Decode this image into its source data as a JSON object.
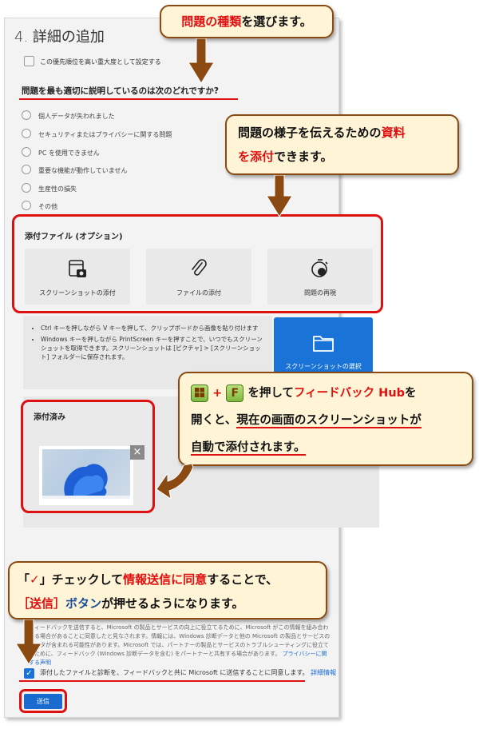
{
  "section_title": "4. 詳細の追加",
  "priority_checkbox_label": "この優先順位を高い重大度として設定する",
  "question": "問題を最も適切に説明しているのは次のどれですか?",
  "options": [
    {
      "label": "個人データが失われました"
    },
    {
      "label": "セキュリティまたはプライバシーに関する問題"
    },
    {
      "label": "PC を使用できません"
    },
    {
      "label": "重要な機能が動作していません"
    },
    {
      "label": "生産性の損失"
    },
    {
      "label": "その他"
    }
  ],
  "attachments": {
    "title": "添付ファイル (オプション)",
    "tiles": [
      {
        "label": "スクリーンショットの添付",
        "icon": "screenshot-camera-icon"
      },
      {
        "label": "ファイルの添付",
        "icon": "paperclip-icon"
      },
      {
        "label": "問題の再現",
        "icon": "stopwatch-record-icon"
      }
    ]
  },
  "hints": [
    "Ctrl キーを押しながら V キーを押して、クリップボードから画像を貼り付けます",
    "Windows キーを押しながら PrintScreen キーを押すことで、いつでもスクリーンショットを取得できます。スクリーンショットは [ピクチャ] > [スクリーンショット] フォルダーに保存されます。"
  ],
  "select_screenshot_button": "スクリーンショットの選択",
  "attached": {
    "title": "添付済み",
    "remove_label": "×"
  },
  "consent_text": "フィードバックを送信すると、Microsoft の製品とサービスの向上に役立てるために、Microsoft がこの情報を組み合わせる場合があることに同意したと見なされます。情報には、Windows 診断データと他の Microsoft の製品とサービスのデータが含まれる可能性があります。Microsoft では、パートナーの製品とサービスのトラブルシューティングに役立てるために、フィードバック (Windows 診断データを含む) をパートナーと共有する場合があります。",
  "privacy_link": "プライバシーに関する声明",
  "consent_checkbox": {
    "checked": true,
    "label": "添付したファイルと診断を、フィードバックと共に Microsoft に送信することに同意します。",
    "link": "詳細情報"
  },
  "send_button": "送信",
  "callouts": {
    "c1": {
      "red": "問題の種類",
      "rest": "を選びます。"
    },
    "c2": {
      "line1_black": "問題の様子を伝えるための",
      "line1_red": "資料",
      "line2_red": "を添付",
      "line2_black": "できます。"
    },
    "c3": {
      "plus": "+",
      "key_f": "F",
      "t1": "を押して",
      "t1_red": "フィードバック Hub",
      "t1_end": "を",
      "t2_a": "開くと、",
      "t2_u": "現在の画面のスクリーンショットが",
      "t3_u": "自動で添付されます。"
    },
    "c4": {
      "q_open": "「",
      "check": "✓",
      "q_close": "」",
      "t1": "チェックして",
      "t1_red": "情報送信に同意",
      "t1_end": "することで、",
      "t2_red": "［送信］",
      "t2_navy": "ボタン",
      "t2_end": "が押せるようになります。"
    }
  },
  "colors": {
    "accent_blue": "#1a73d6",
    "highlight_red": "#dd1111",
    "callout_bg": "#fff5d6",
    "arrow_brown": "#8a4a12"
  }
}
